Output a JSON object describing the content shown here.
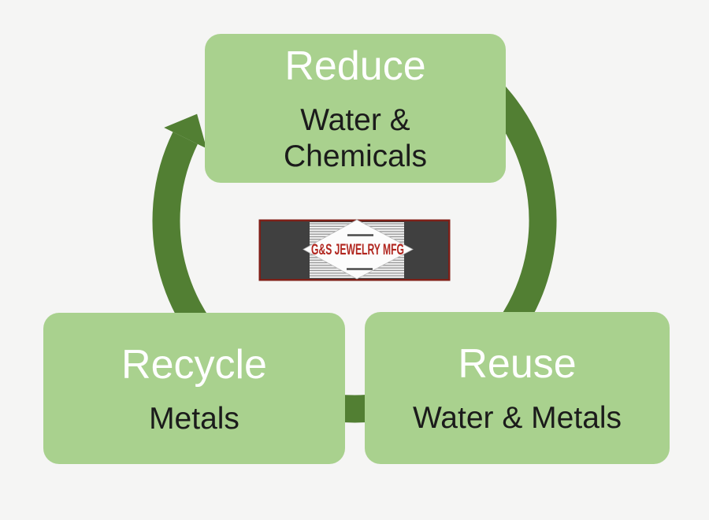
{
  "canvas": {
    "background_color": "#f5f5f4"
  },
  "cycle": {
    "arrow_color": "#527f33",
    "node_fill_color": "#a9d18e",
    "title_color": "#ffffff",
    "subtitle_color": "#1b1b1b",
    "nodes": [
      {
        "id": "reduce",
        "title": "Reduce",
        "subtitle": "Water & Chemicals"
      },
      {
        "id": "reuse",
        "title": "Reuse",
        "subtitle": "Water & Metals"
      },
      {
        "id": "recycle",
        "title": "Recycle",
        "subtitle": "Metals"
      }
    ]
  },
  "logo": {
    "text": "G&S JEWELRY MFG",
    "text_color": "#b1261f",
    "panel_color": "#404040",
    "border_color": "#7e1f17",
    "stripe_light": "#f2f2f2",
    "stripe_dark": "#8f8f8f",
    "diamond_color": "#fcfcfc",
    "dash_color": "#4a4a4a"
  }
}
